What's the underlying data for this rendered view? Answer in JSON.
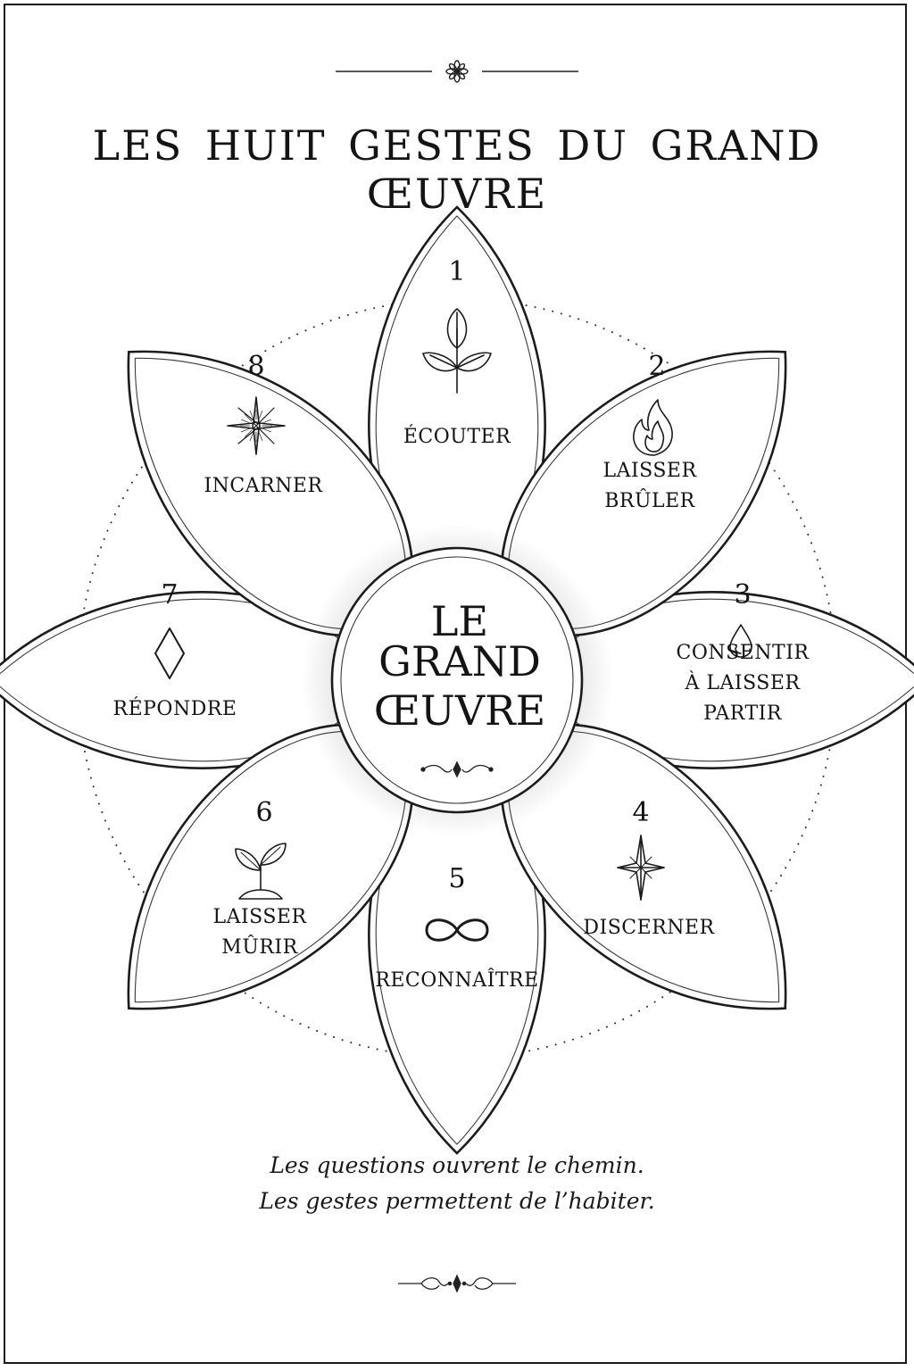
{
  "title": "LES HUIT GESTES DU GRAND ŒUVRE",
  "center": {
    "lines": [
      "LE",
      "GRAND",
      "ŒUVRE"
    ]
  },
  "petals": [
    {
      "number": "1",
      "label_lines": [
        "ÉCOUTER"
      ],
      "icon": "leaf-sprout-icon"
    },
    {
      "number": "2",
      "label_lines": [
        "LAISSER",
        "BRÛLER"
      ],
      "icon": "flame-icon"
    },
    {
      "number": "3",
      "label_lines": [
        "CONSENTIR",
        "À LAISSER",
        "PARTIR"
      ],
      "icon": "water-drop-icon"
    },
    {
      "number": "4",
      "label_lines": [
        "DISCERNER"
      ],
      "icon": "four-point-star-icon"
    },
    {
      "number": "5",
      "label_lines": [
        "RECONNAÎTRE"
      ],
      "icon": "infinity-icon"
    },
    {
      "number": "6",
      "label_lines": [
        "LAISSER",
        "MÛRIR"
      ],
      "icon": "seedling-icon"
    },
    {
      "number": "7",
      "label_lines": [
        "RÉPONDRE"
      ],
      "icon": "diamond-icon"
    },
    {
      "number": "8",
      "label_lines": [
        "INCARNER"
      ],
      "icon": "eight-point-star-icon"
    }
  ],
  "quote": {
    "line1": "Les questions ouvrent le chemin.",
    "line2": "Les gestes permettent de l’habiter."
  },
  "colors": {
    "ink": "#141414",
    "background": "#ffffff"
  }
}
